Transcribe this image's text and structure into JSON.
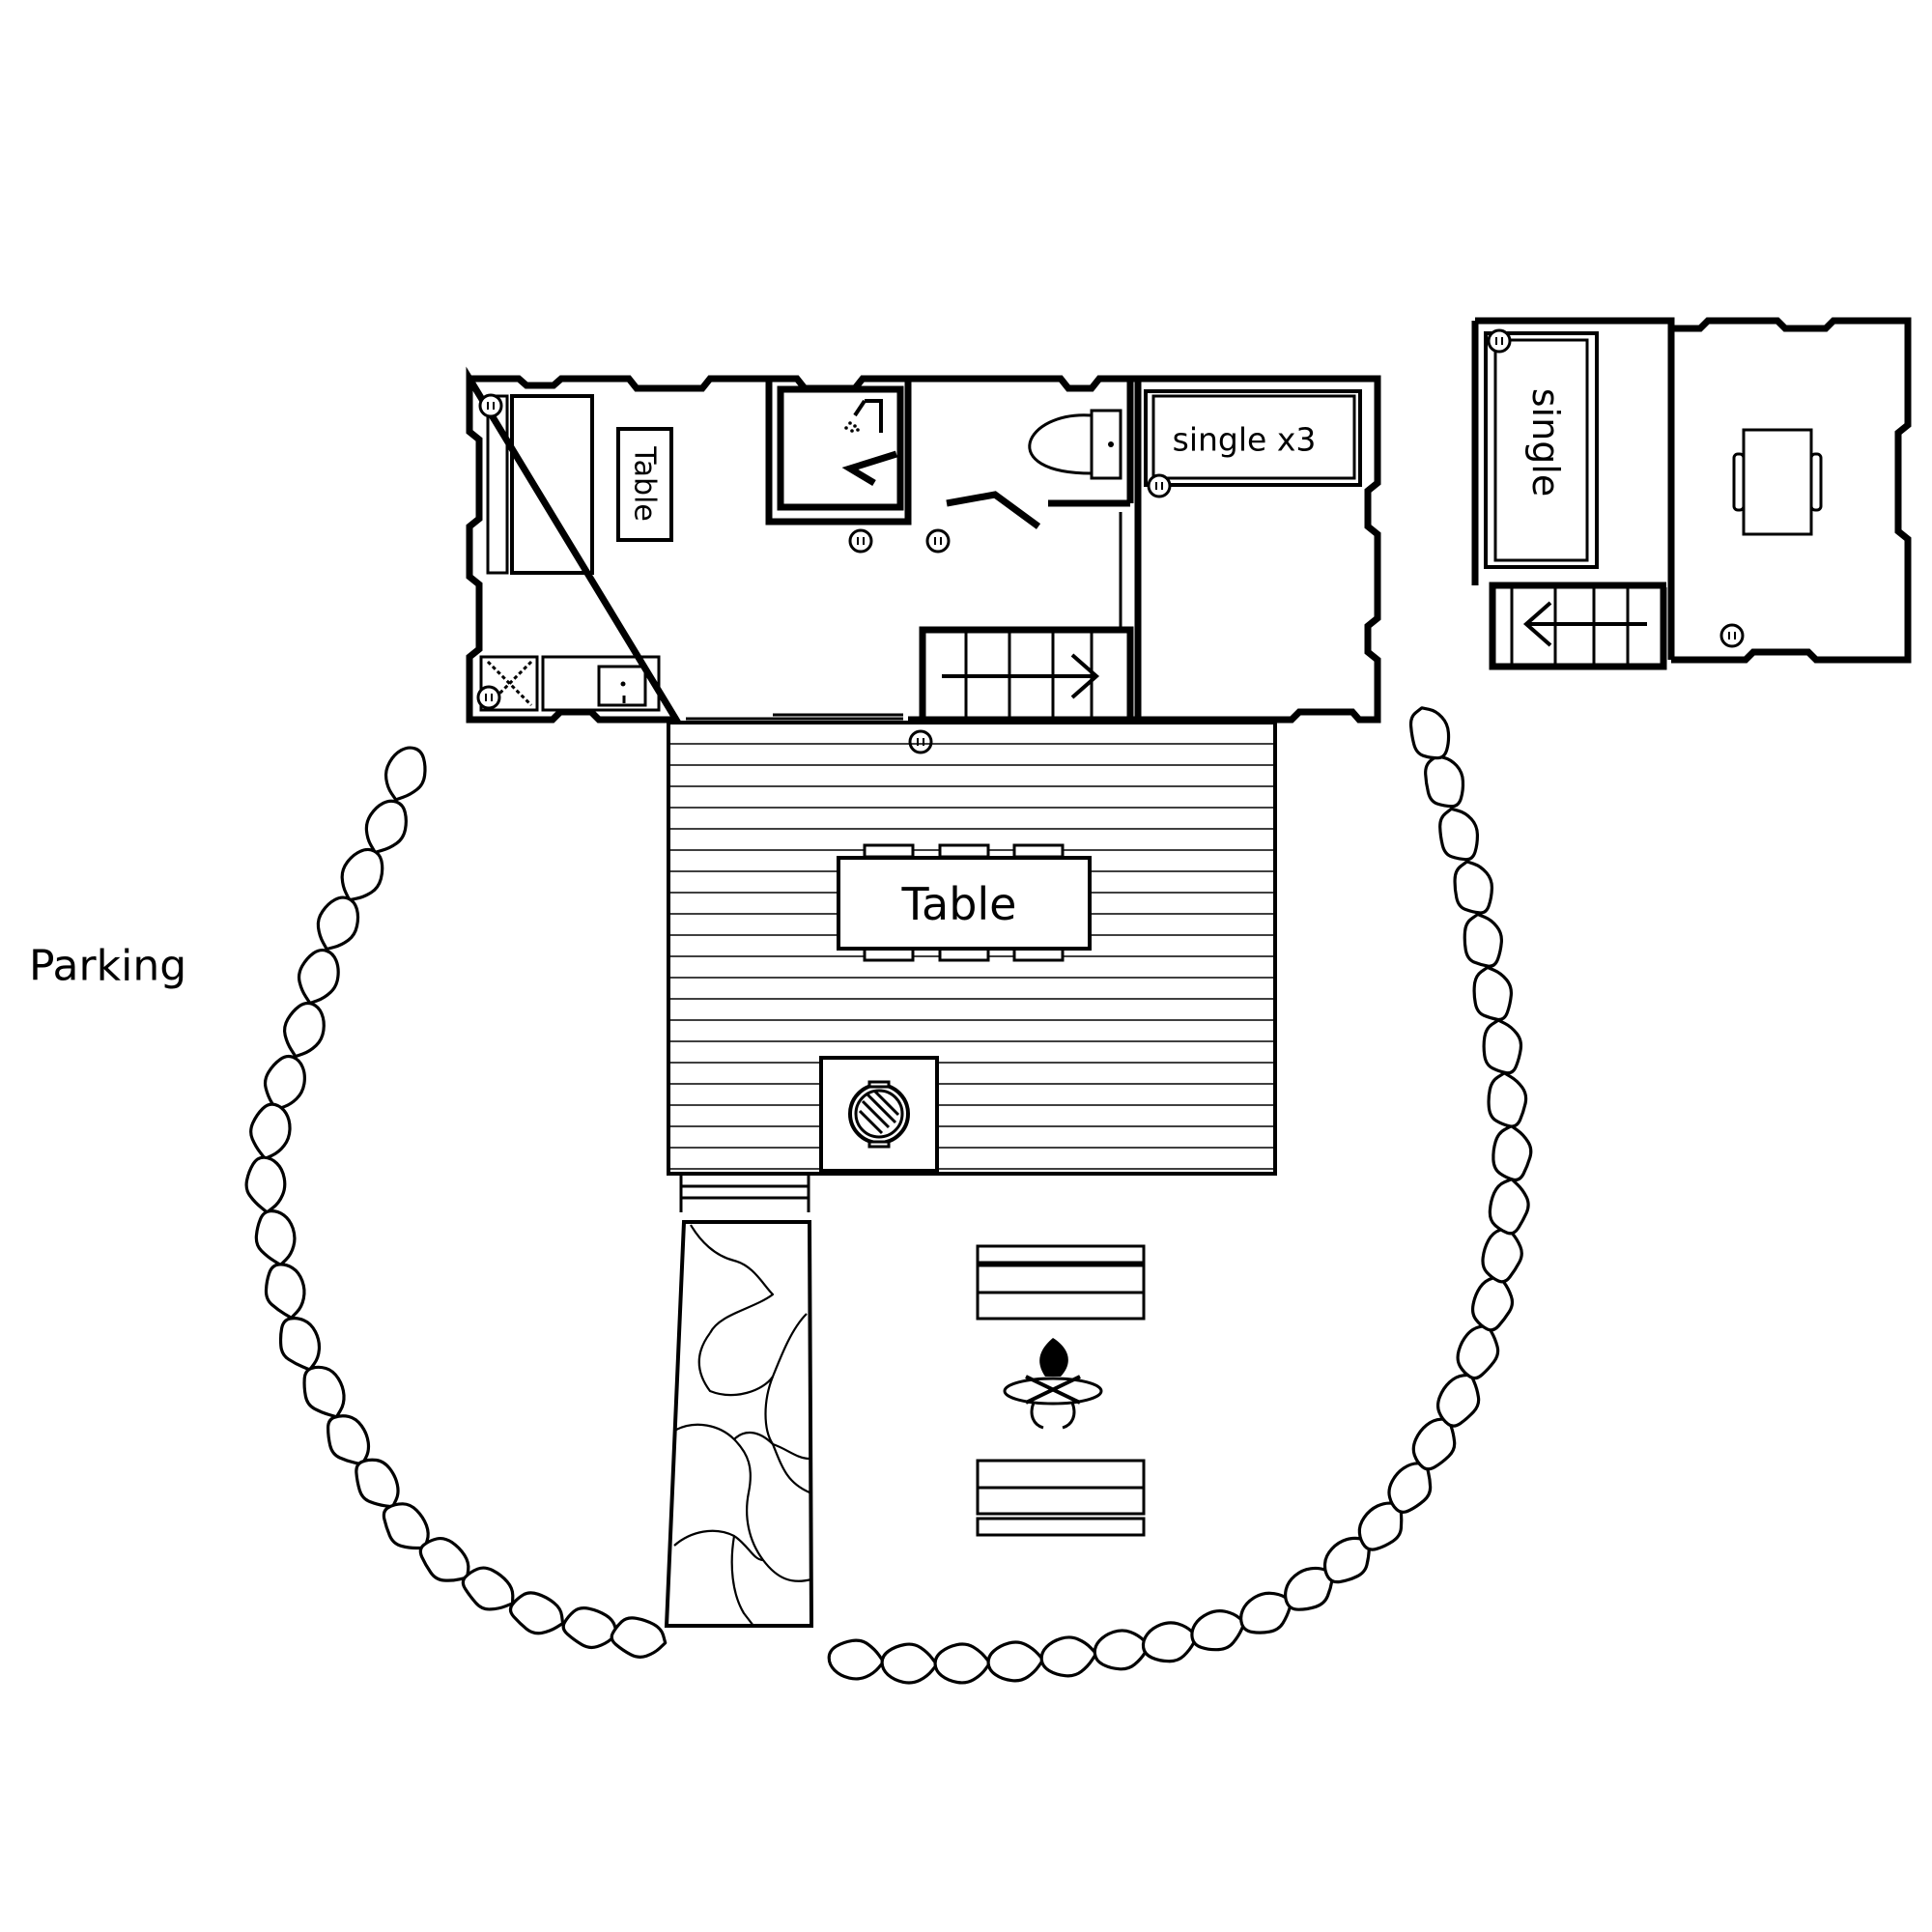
{
  "labels": {
    "indoor_table": "Table",
    "bunk_room": "single x3",
    "loft_bed": "single",
    "deck_table": "Table",
    "parking": "Parking"
  },
  "icons": [
    "shower-icon",
    "toilet-icon",
    "sink-icon",
    "stove-icon",
    "power-outlet-icon",
    "stairs-up-arrow-icon",
    "stairs-down-arrow-icon",
    "bbq-grill-icon",
    "fire-pit-icon",
    "chair-icon",
    "bench-icon",
    "desk-icon"
  ],
  "colors": {
    "line": "#000000",
    "background": "#ffffff"
  }
}
